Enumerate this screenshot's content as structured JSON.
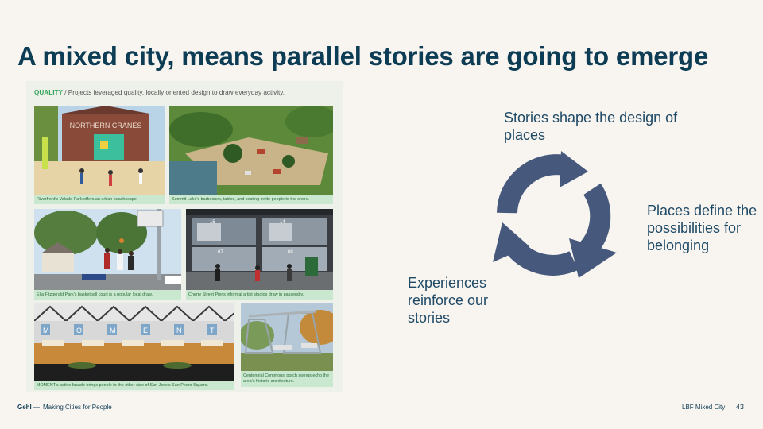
{
  "slide": {
    "title": "A mixed city, means parallel stories are going to emerge"
  },
  "collage": {
    "heading_keyword": "QUALITY",
    "heading_text": " / Projects leveraged quality, locally oriented design to draw everyday activity.",
    "captions": [
      "Riverfront's Valade Park offers an urban beachscape.",
      "Summit Lake's barbecues, tables, and seating invite people to the shore.",
      "Ella Fitzgerald Park's basketball court is a popular local draw.",
      "Cherry Street Pier's informal artist studios draw in passersby.",
      "MOMENT's active facade brings people to the other side of San Jose's San Pedro Square.",
      "Centennial Commons' porch swings echo the area's historic architecture."
    ],
    "sign_text": "NORTHERN CRANES",
    "moment_letters": [
      "M",
      "O",
      "M",
      "E",
      "N",
      "T"
    ],
    "studio_numbers": [
      "15",
      "14",
      "07",
      "08"
    ]
  },
  "cycle": {
    "arrow_color": "#46597d",
    "top_label": "Stories shape the design of places",
    "right_label": "Places define the possibilities for belonging",
    "left_label": "Experiences reinforce our stories"
  },
  "footer": {
    "brand": "Gehl",
    "dash": "—",
    "tagline": "Making Cities for People",
    "project": "LBF Mixed City",
    "page": "43"
  }
}
